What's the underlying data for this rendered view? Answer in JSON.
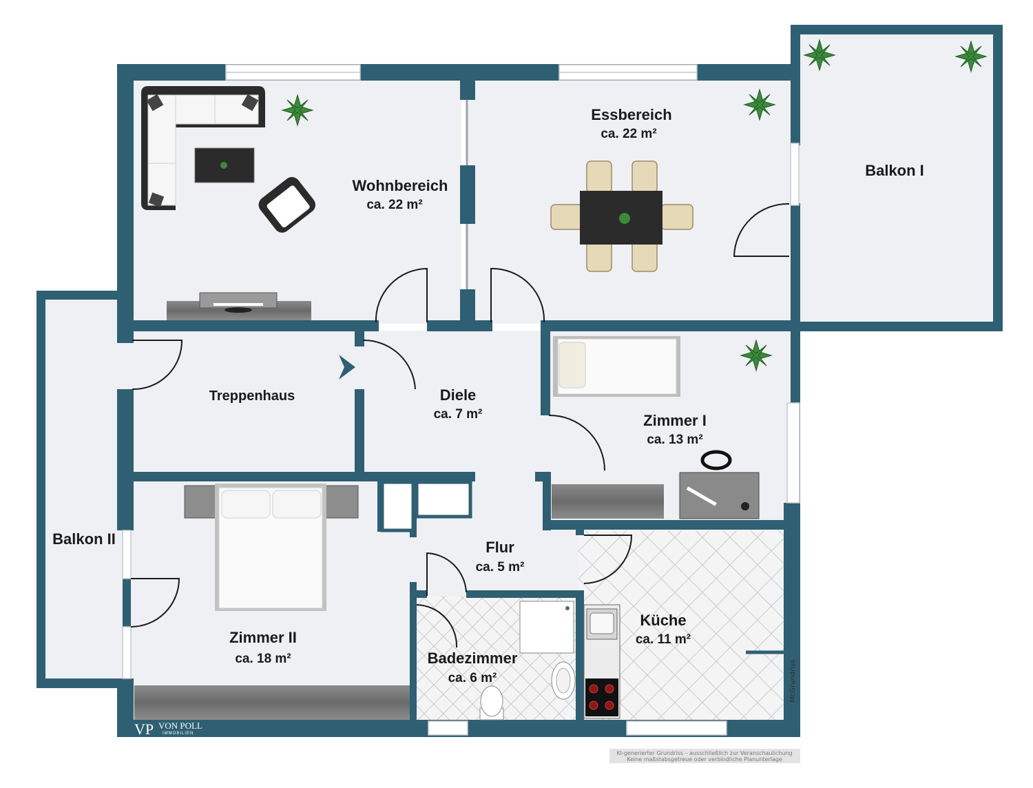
{
  "rooms": {
    "wohnbereich": {
      "name": "Wohnbereich",
      "area": "ca. 22 m²"
    },
    "essbereich": {
      "name": "Essbereich",
      "area": "ca. 22 m²"
    },
    "balkon1": {
      "name": "Balkon I"
    },
    "treppenhaus": {
      "name": "Treppenhaus"
    },
    "diele": {
      "name": "Diele",
      "area": "ca. 7 m²"
    },
    "zimmer1": {
      "name": "Zimmer I",
      "area": "ca. 13 m²"
    },
    "balkon2": {
      "name": "Balkon II"
    },
    "zimmer2": {
      "name": "Zimmer II",
      "area": "ca. 18 m²"
    },
    "flur": {
      "name": "Flur",
      "area": "ca. 5 m²"
    },
    "bad": {
      "name": "Badezimmer",
      "area": "ca. 6 m²"
    },
    "kueche": {
      "name": "Küche",
      "area": "ca. 11 m²"
    }
  },
  "credit": "McGrundriss",
  "logo": {
    "mark": "VP",
    "name": "VON POLL",
    "sub": "IMMOBILIEN"
  },
  "disclaimer": {
    "line1": "KI-generierter Grundriss – ausschließlich zur Veranschaulichung",
    "line2": "Keine maßstabsgetreue oder verbindliche Planunterlage"
  },
  "colors": {
    "wall": "#2f5f72",
    "floor": "#eef0f4",
    "furniture_dark": "#2b2b2b",
    "plant": "#3c8a3c"
  }
}
